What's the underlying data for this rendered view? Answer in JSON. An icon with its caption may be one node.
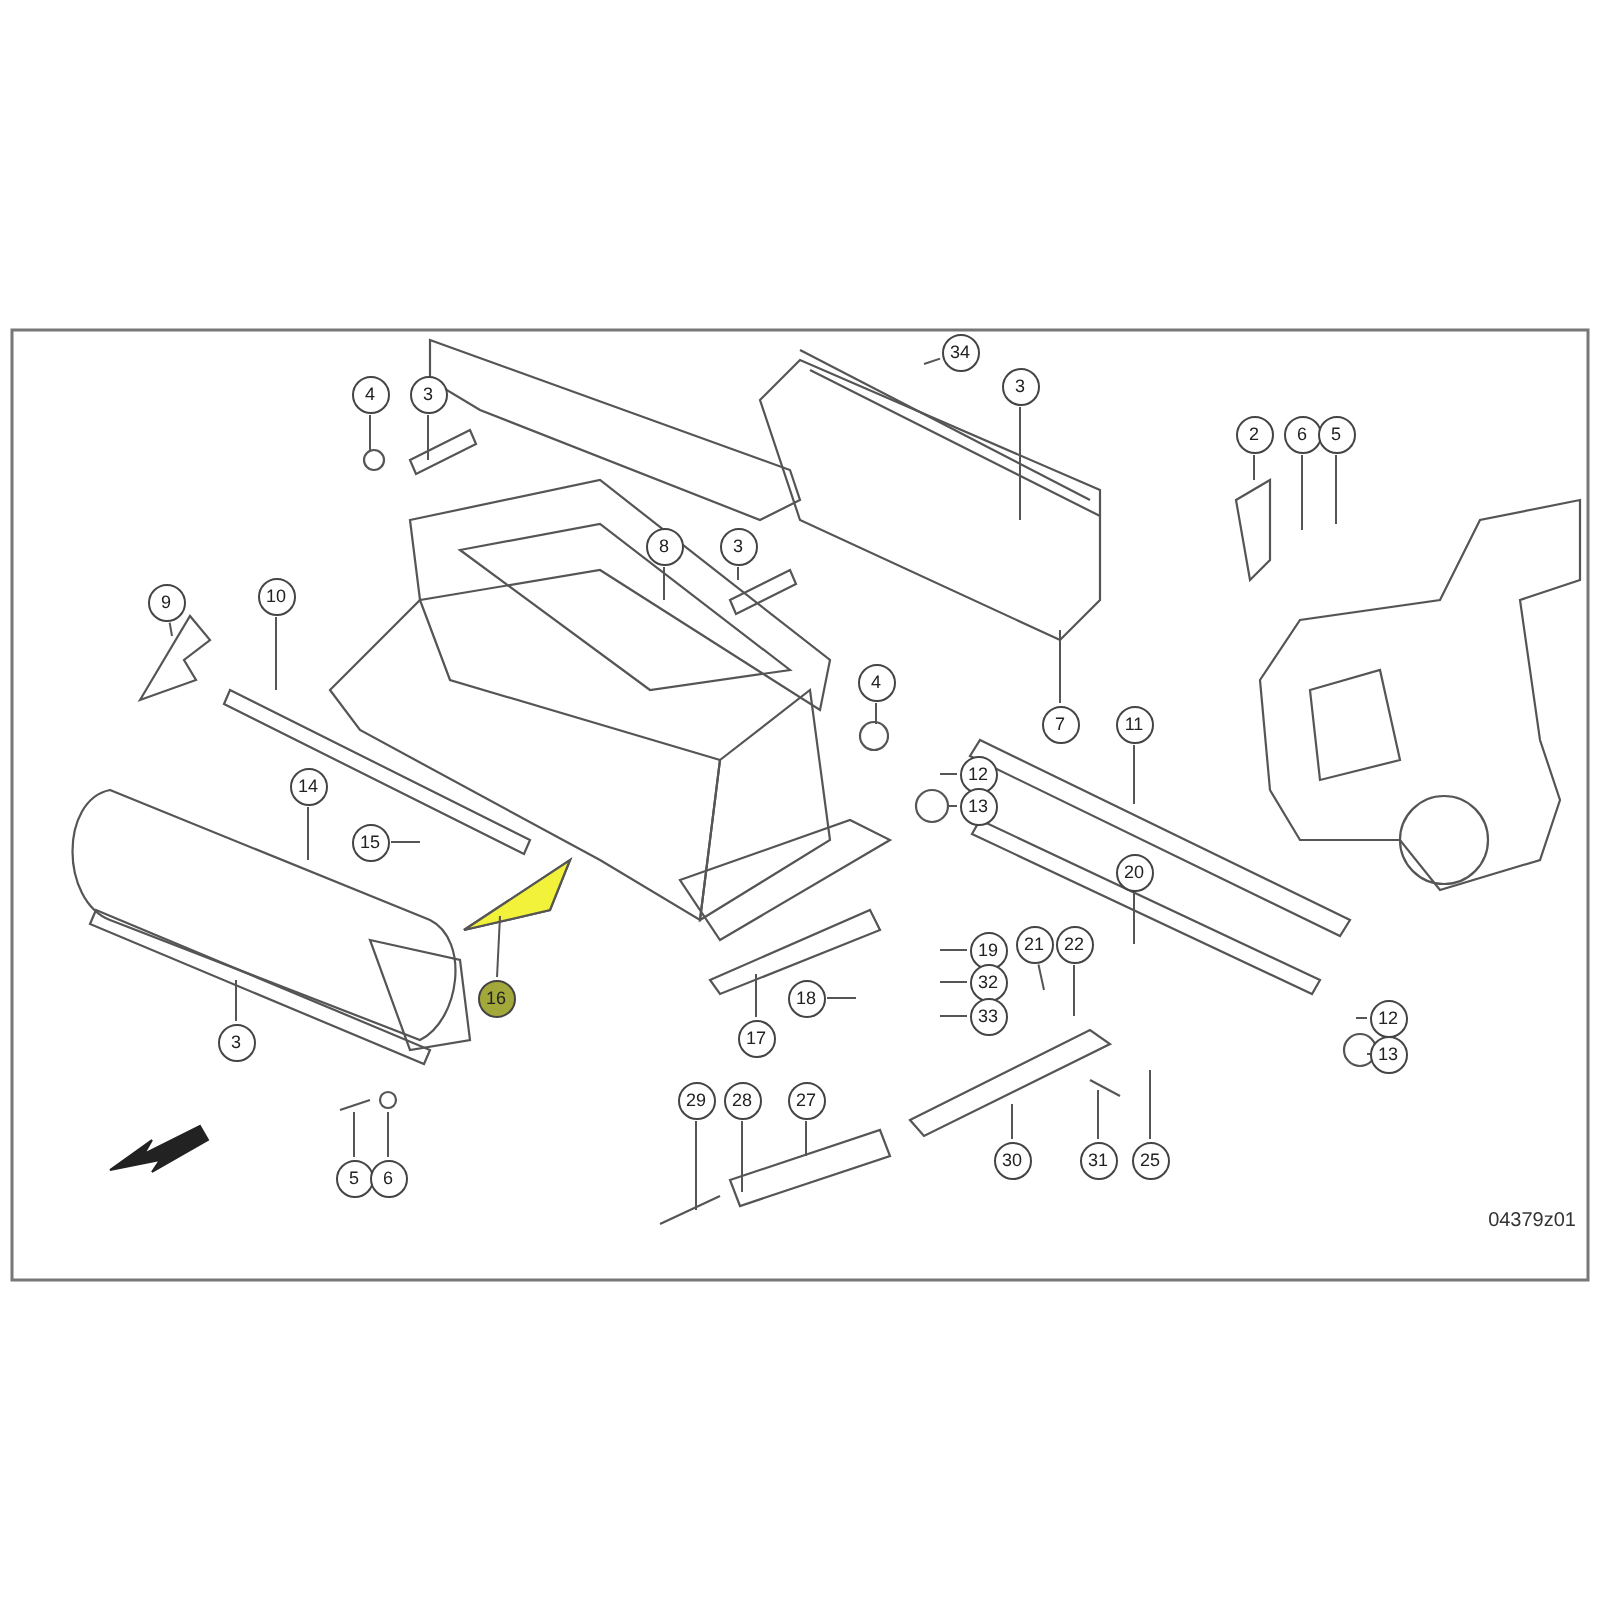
{
  "diagram": {
    "nodes": [
      {
        "text": [
          "34"
        ]
      },
      {
        "text": [
          "3"
        ]
      },
      {
        "text": [
          "4"
        ]
      },
      {
        "text": [
          "3"
        ]
      },
      {
        "text": [
          "2"
        ]
      },
      {
        "text": [
          "6"
        ]
      },
      {
        "text": [
          "5"
        ]
      },
      {
        "text": [
          "8"
        ]
      },
      {
        "text": [
          "3"
        ]
      },
      {
        "text": [
          "9"
        ]
      },
      {
        "text": [
          "10"
        ]
      },
      {
        "text": [
          "7"
        ]
      },
      {
        "text": [
          "11"
        ]
      },
      {
        "text": [
          "4"
        ]
      },
      {
        "text": [
          "12"
        ]
      },
      {
        "text": [
          "13"
        ]
      },
      {
        "text": [
          "14"
        ]
      },
      {
        "text": [
          "15"
        ]
      },
      {
        "text": [
          "20"
        ]
      },
      {
        "text": [
          "16"
        ]
      },
      {
        "text": [
          "19"
        ]
      },
      {
        "text": [
          "32"
        ]
      },
      {
        "text": [
          "33"
        ]
      },
      {
        "text": [
          "21"
        ]
      },
      {
        "text": [
          "22"
        ]
      },
      {
        "text": [
          "18"
        ]
      },
      {
        "text": [
          "17"
        ]
      },
      {
        "text": [
          "12"
        ]
      },
      {
        "text": [
          "13"
        ]
      },
      {
        "text": [
          "3"
        ]
      },
      {
        "text": [
          "29"
        ]
      },
      {
        "text": [
          "28"
        ]
      },
      {
        "text": [
          "27"
        ]
      },
      {
        "text": [
          "30"
        ]
      },
      {
        "text": [
          "31"
        ]
      },
      {
        "text": [
          "25"
        ]
      },
      {
        "text": [
          "5"
        ]
      },
      {
        "text": [
          "6"
        ]
      }
    ],
    "edges": [
      {
        "from": 0,
        "to": null,
        "arrow": "none"
      },
      {
        "from": 1,
        "to": null,
        "arrow": "none"
      },
      {
        "from": 2,
        "to": null,
        "arrow": "none"
      },
      {
        "from": 3,
        "to": null,
        "arrow": "none"
      },
      {
        "from": 4,
        "to": null,
        "arrow": "none"
      },
      {
        "from": 5,
        "to": null,
        "arrow": "none"
      },
      {
        "from": 6,
        "to": null,
        "arrow": "none"
      },
      {
        "from": 7,
        "to": null,
        "arrow": "none"
      },
      {
        "from": 8,
        "to": null,
        "arrow": "none"
      },
      {
        "from": 9,
        "to": null,
        "arrow": "none"
      },
      {
        "from": 10,
        "to": null,
        "arrow": "none"
      },
      {
        "from": 11,
        "to": null,
        "arrow": "none"
      },
      {
        "from": 12,
        "to": null,
        "arrow": "none"
      },
      {
        "from": 13,
        "to": null,
        "arrow": "none"
      },
      {
        "from": 14,
        "to": null,
        "arrow": "none"
      },
      {
        "from": 15,
        "to": null,
        "arrow": "none"
      },
      {
        "from": 16,
        "to": null,
        "arrow": "none"
      },
      {
        "from": 17,
        "to": null,
        "arrow": "none"
      },
      {
        "from": 18,
        "to": null,
        "arrow": "none"
      },
      {
        "from": 19,
        "to": null,
        "arrow": "none"
      },
      {
        "from": 20,
        "to": null,
        "arrow": "none"
      },
      {
        "from": 21,
        "to": null,
        "arrow": "none"
      },
      {
        "from": 22,
        "to": null,
        "arrow": "none"
      },
      {
        "from": 23,
        "to": null,
        "arrow": "none"
      },
      {
        "from": 24,
        "to": null,
        "arrow": "none"
      },
      {
        "from": 25,
        "to": null,
        "arrow": "none"
      },
      {
        "from": 26,
        "to": null,
        "arrow": "none"
      },
      {
        "from": 27,
        "to": null,
        "arrow": "none"
      },
      {
        "from": 28,
        "to": null,
        "arrow": "none"
      },
      {
        "from": 29,
        "to": null,
        "arrow": "none"
      },
      {
        "from": 30,
        "to": null,
        "arrow": "none"
      },
      {
        "from": 31,
        "to": null,
        "arrow": "none"
      },
      {
        "from": 32,
        "to": null,
        "arrow": "none"
      },
      {
        "from": 33,
        "to": null,
        "arrow": "none"
      },
      {
        "from": 34,
        "to": null,
        "arrow": "none"
      },
      {
        "from": 35,
        "to": null,
        "arrow": "none"
      },
      {
        "from": 36,
        "to": null,
        "arrow": "none"
      },
      {
        "from": 37,
        "to": null,
        "arrow": "none"
      }
    ],
    "labels": [
      "04379z01"
    ]
  }
}
